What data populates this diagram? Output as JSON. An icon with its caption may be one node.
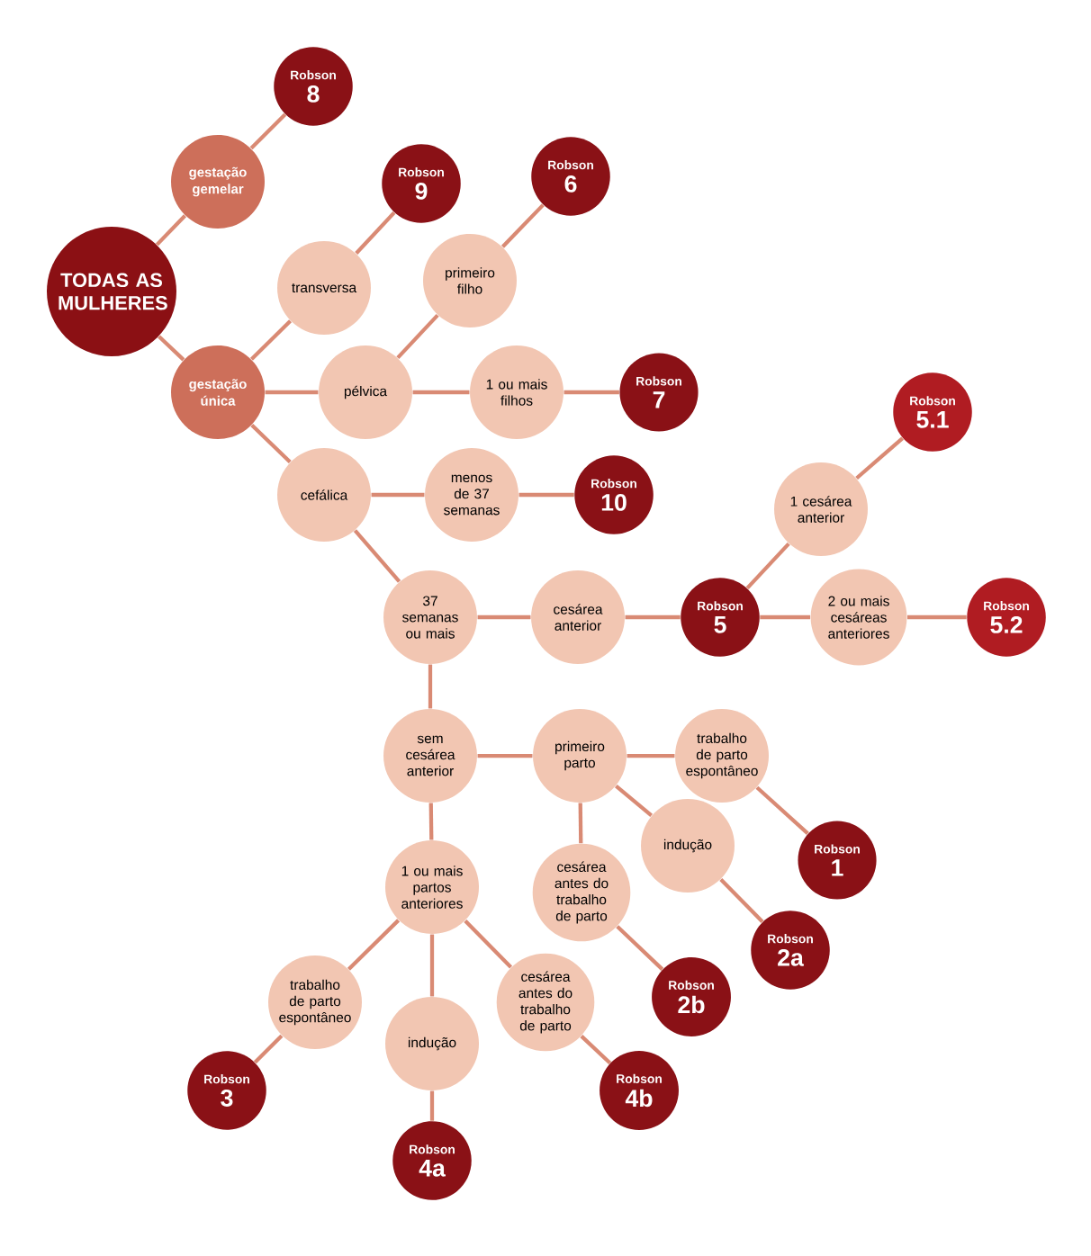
{
  "diagram": {
    "nodes": [
      {
        "text": [
          "TODAS AS MULHERES"
        ]
      },
      {
        "text": [
          "gestação gemelar"
        ]
      },
      {
        "text": [
          "Robson",
          "8"
        ]
      },
      {
        "text": [
          "gestação única"
        ]
      },
      {
        "text": [
          "transversa"
        ]
      },
      {
        "text": [
          "Robson",
          "9"
        ]
      },
      {
        "text": [
          "primeiro filho"
        ]
      },
      {
        "text": [
          "Robson",
          "6"
        ]
      },
      {
        "text": [
          "pélvica"
        ]
      },
      {
        "text": [
          "1 ou mais filhos"
        ]
      },
      {
        "text": [
          "Robson",
          "7"
        ]
      },
      {
        "text": [
          "cefálica"
        ]
      },
      {
        "text": [
          "menos de 37 semanas"
        ]
      },
      {
        "text": [
          "Robson",
          "10"
        ]
      },
      {
        "text": [
          "37 semanas ou mais"
        ]
      },
      {
        "text": [
          "cesárea anterior"
        ]
      },
      {
        "text": [
          "Robson",
          "5"
        ]
      },
      {
        "text": [
          "1 cesárea anterior"
        ]
      },
      {
        "text": [
          "Robson",
          "5.1"
        ]
      },
      {
        "text": [
          "2 ou mais cesáreas anteriores"
        ]
      },
      {
        "text": [
          "Robson",
          "5.2"
        ]
      },
      {
        "text": [
          "sem cesárea anterior"
        ]
      },
      {
        "text": [
          "primeiro parto"
        ]
      },
      {
        "text": [
          "trabalho de parto espontâneo"
        ]
      },
      {
        "text": [
          "Robson",
          "1"
        ]
      },
      {
        "text": [
          "cesárea antes do trabalho de parto"
        ]
      },
      {
        "text": [
          "indução"
        ]
      },
      {
        "text": [
          "Robson",
          "2b"
        ]
      },
      {
        "text": [
          "Robson",
          "2a"
        ]
      },
      {
        "text": [
          "1 ou mais partos anteriores"
        ]
      },
      {
        "text": [
          "trabalho de parto espontâneo"
        ]
      },
      {
        "text": [
          "Robson",
          "3"
        ]
      },
      {
        "text": [
          "indução"
        ]
      },
      {
        "text": [
          "Robson",
          "4a"
        ]
      },
      {
        "text": [
          "cesárea antes do trabalho de parto"
        ]
      },
      {
        "text": [
          "Robson",
          "4b"
        ]
      }
    ],
    "edges": [
      {
        "from": 0,
        "to": 1,
        "arrow": "none"
      },
      {
        "from": 1,
        "to": 2,
        "arrow": "none"
      },
      {
        "from": 0,
        "to": 3,
        "arrow": "none"
      },
      {
        "from": 3,
        "to": 4,
        "arrow": "none"
      },
      {
        "from": 4,
        "to": 5,
        "arrow": "none"
      },
      {
        "from": 3,
        "to": 8,
        "arrow": "none"
      },
      {
        "from": 8,
        "to": 6,
        "arrow": "none"
      },
      {
        "from": 6,
        "to": 7,
        "arrow": "none"
      },
      {
        "from": 8,
        "to": 9,
        "arrow": "none"
      },
      {
        "from": 9,
        "to": 10,
        "arrow": "none"
      },
      {
        "from": 3,
        "to": 11,
        "arrow": "none"
      },
      {
        "from": 11,
        "to": 12,
        "arrow": "none"
      },
      {
        "from": 12,
        "to": 13,
        "arrow": "none"
      },
      {
        "from": 11,
        "to": 14,
        "arrow": "none"
      },
      {
        "from": 14,
        "to": 15,
        "arrow": "none"
      },
      {
        "from": 15,
        "to": 16,
        "arrow": "none"
      },
      {
        "from": 16,
        "to": 17,
        "arrow": "none"
      },
      {
        "from": 17,
        "to": 18,
        "arrow": "none"
      },
      {
        "from": 16,
        "to": 19,
        "arrow": "none"
      },
      {
        "from": 19,
        "to": 20,
        "arrow": "none"
      },
      {
        "from": 14,
        "to": 21,
        "arrow": "none"
      },
      {
        "from": 21,
        "to": 22,
        "arrow": "none"
      },
      {
        "from": 22,
        "to": 23,
        "arrow": "none"
      },
      {
        "from": 23,
        "to": 24,
        "arrow": "none"
      },
      {
        "from": 22,
        "to": 25,
        "arrow": "none"
      },
      {
        "from": 25,
        "to": 27,
        "arrow": "none"
      },
      {
        "from": 22,
        "to": 26,
        "arrow": "none"
      },
      {
        "from": 26,
        "to": 28,
        "arrow": "none"
      },
      {
        "from": 21,
        "to": 29,
        "arrow": "none"
      },
      {
        "from": 29,
        "to": 30,
        "arrow": "none"
      },
      {
        "from": 30,
        "to": 31,
        "arrow": "none"
      },
      {
        "from": 29,
        "to": 32,
        "arrow": "none"
      },
      {
        "from": 32,
        "to": 33,
        "arrow": "none"
      },
      {
        "from": 29,
        "to": 34,
        "arrow": "none"
      },
      {
        "from": 34,
        "to": 35,
        "arrow": "none"
      }
    ]
  }
}
